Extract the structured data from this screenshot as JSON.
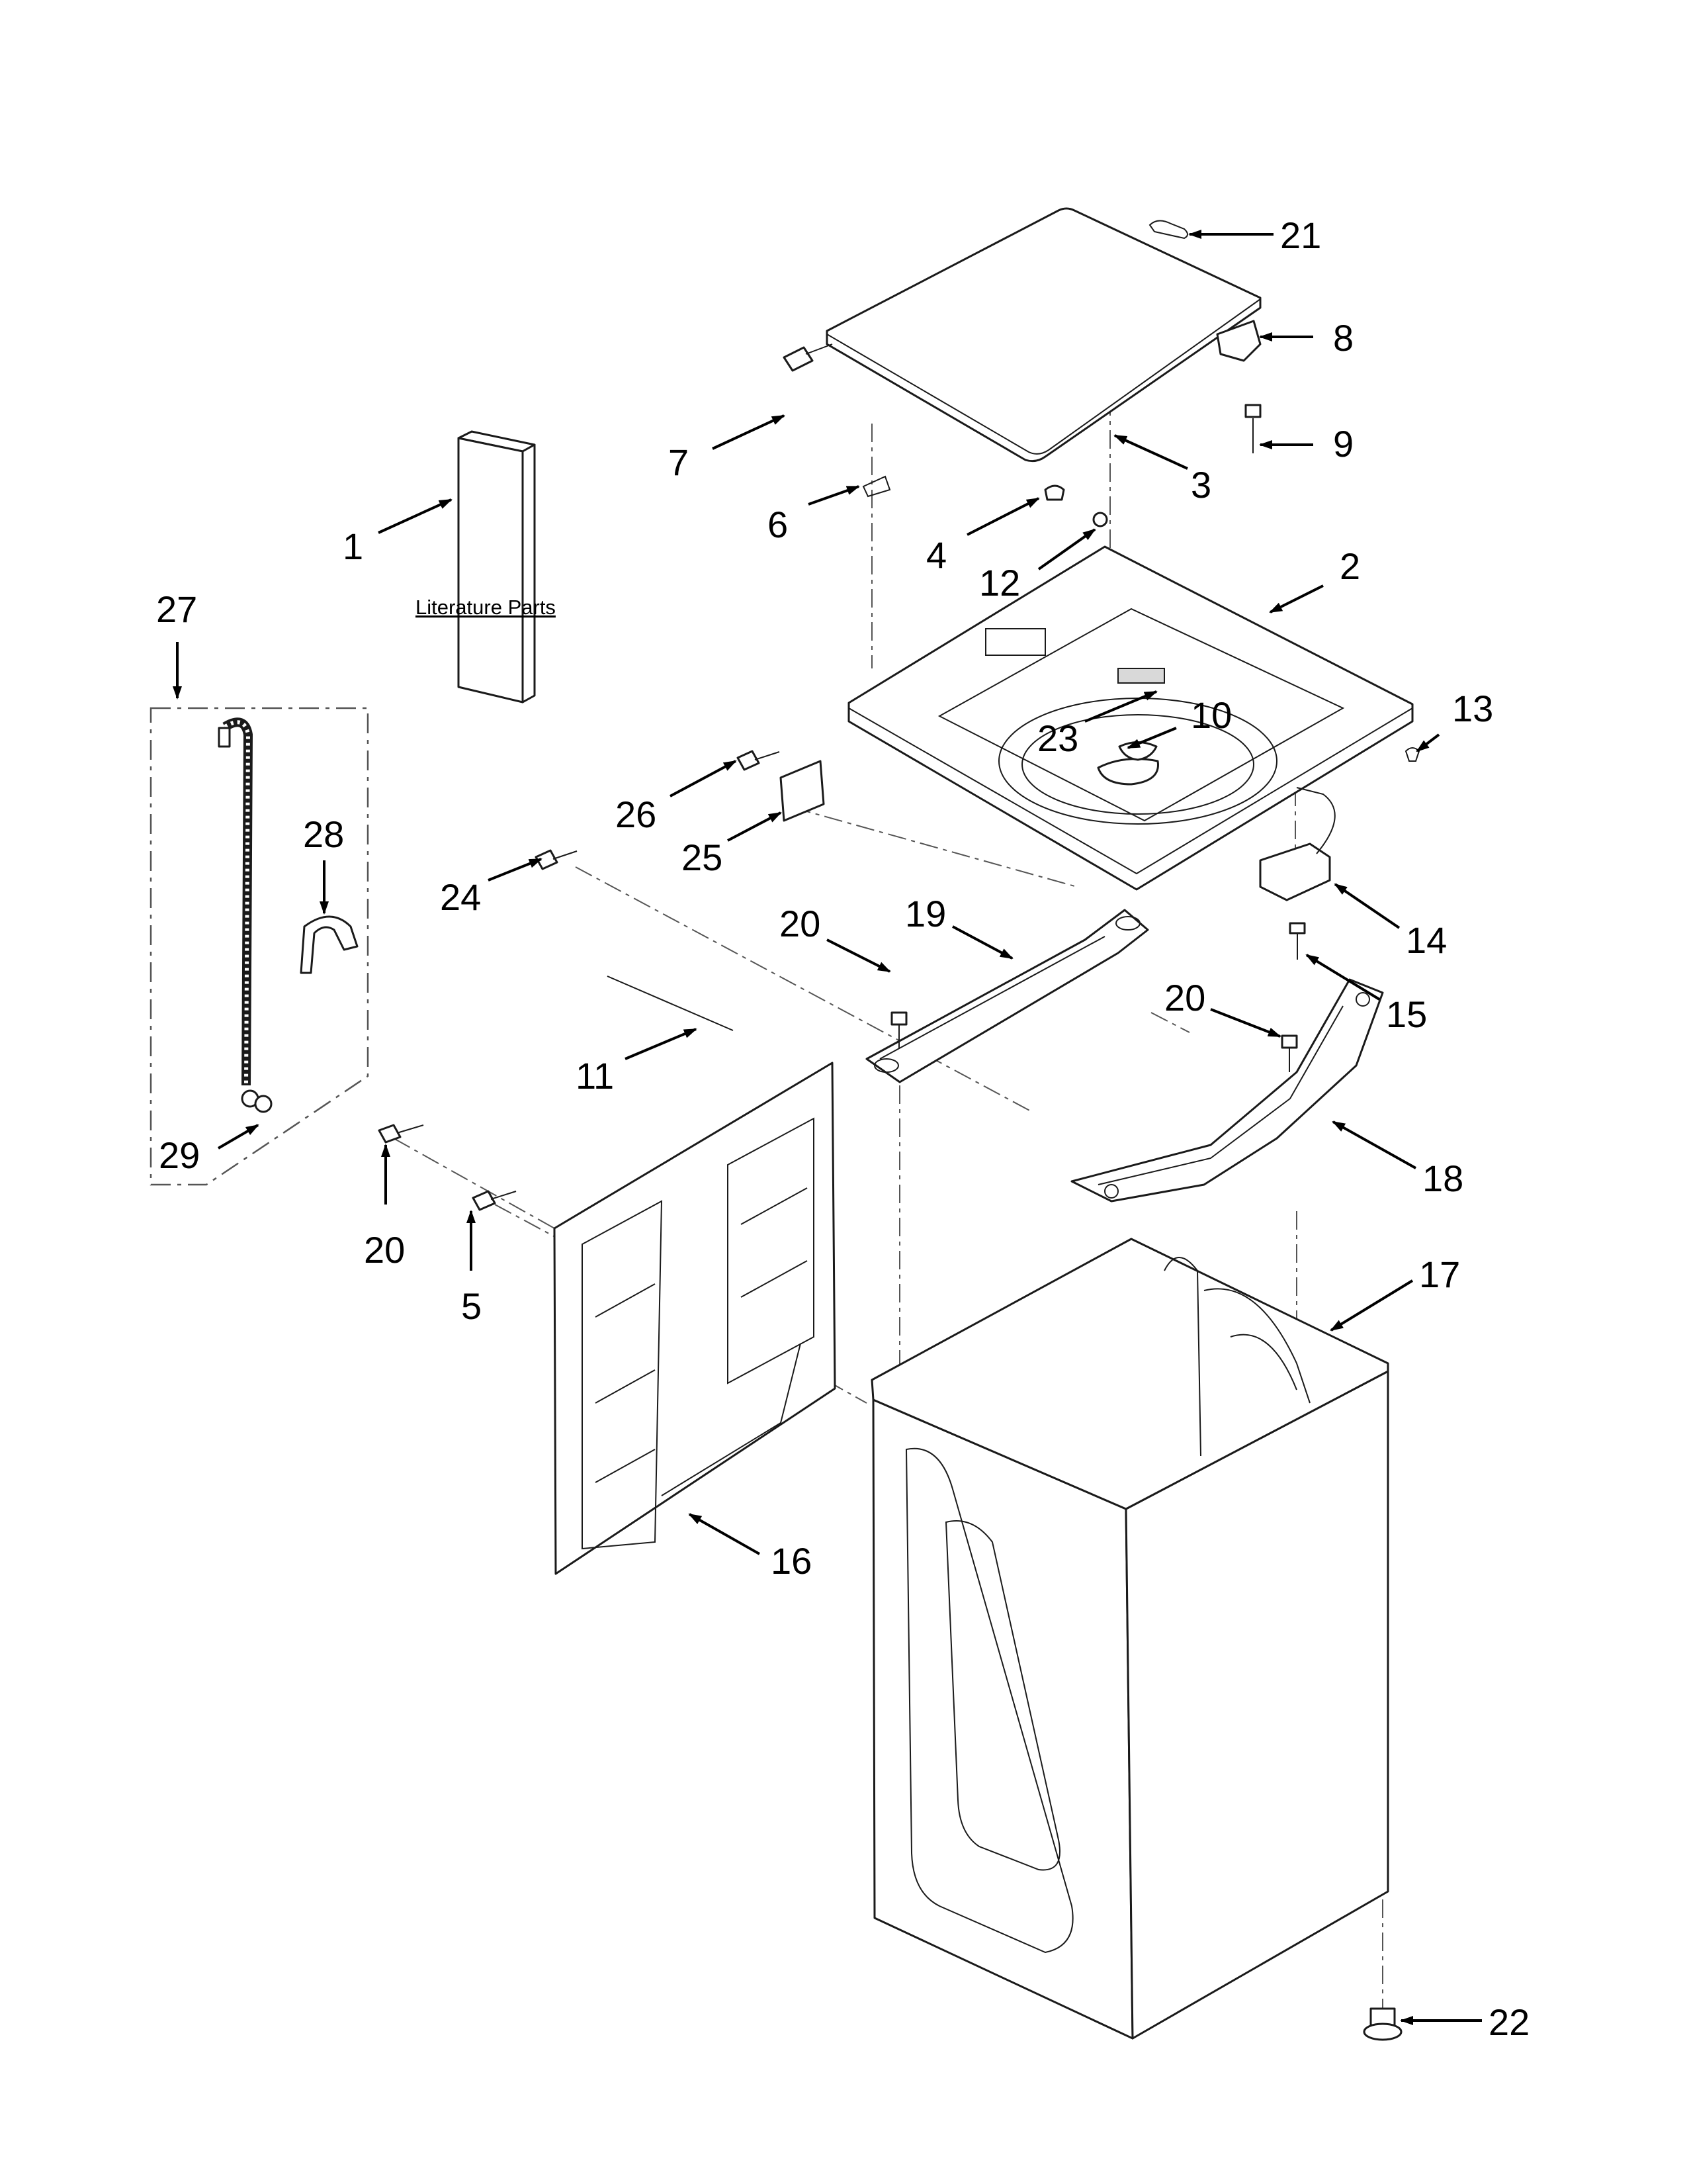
{
  "literature_label": "Literature Parts",
  "callouts": [
    {
      "id": "1",
      "text": "1"
    },
    {
      "id": "2",
      "text": "2"
    },
    {
      "id": "3",
      "text": "3"
    },
    {
      "id": "4",
      "text": "4"
    },
    {
      "id": "5",
      "text": "5"
    },
    {
      "id": "6",
      "text": "6"
    },
    {
      "id": "7",
      "text": "7"
    },
    {
      "id": "8",
      "text": "8"
    },
    {
      "id": "9",
      "text": "9"
    },
    {
      "id": "10",
      "text": "10"
    },
    {
      "id": "11",
      "text": "11"
    },
    {
      "id": "12",
      "text": "12"
    },
    {
      "id": "13",
      "text": "13"
    },
    {
      "id": "14",
      "text": "14"
    },
    {
      "id": "15",
      "text": "15"
    },
    {
      "id": "16",
      "text": "16"
    },
    {
      "id": "17",
      "text": "17"
    },
    {
      "id": "18",
      "text": "18"
    },
    {
      "id": "19",
      "text": "19"
    },
    {
      "id": "20a",
      "text": "20"
    },
    {
      "id": "20b",
      "text": "20"
    },
    {
      "id": "20c",
      "text": "20"
    },
    {
      "id": "21",
      "text": "21"
    },
    {
      "id": "22",
      "text": "22"
    },
    {
      "id": "23",
      "text": "23"
    },
    {
      "id": "24",
      "text": "24"
    },
    {
      "id": "25",
      "text": "25"
    },
    {
      "id": "26",
      "text": "26"
    },
    {
      "id": "27",
      "text": "27"
    },
    {
      "id": "28",
      "text": "28"
    },
    {
      "id": "29",
      "text": "29"
    }
  ]
}
